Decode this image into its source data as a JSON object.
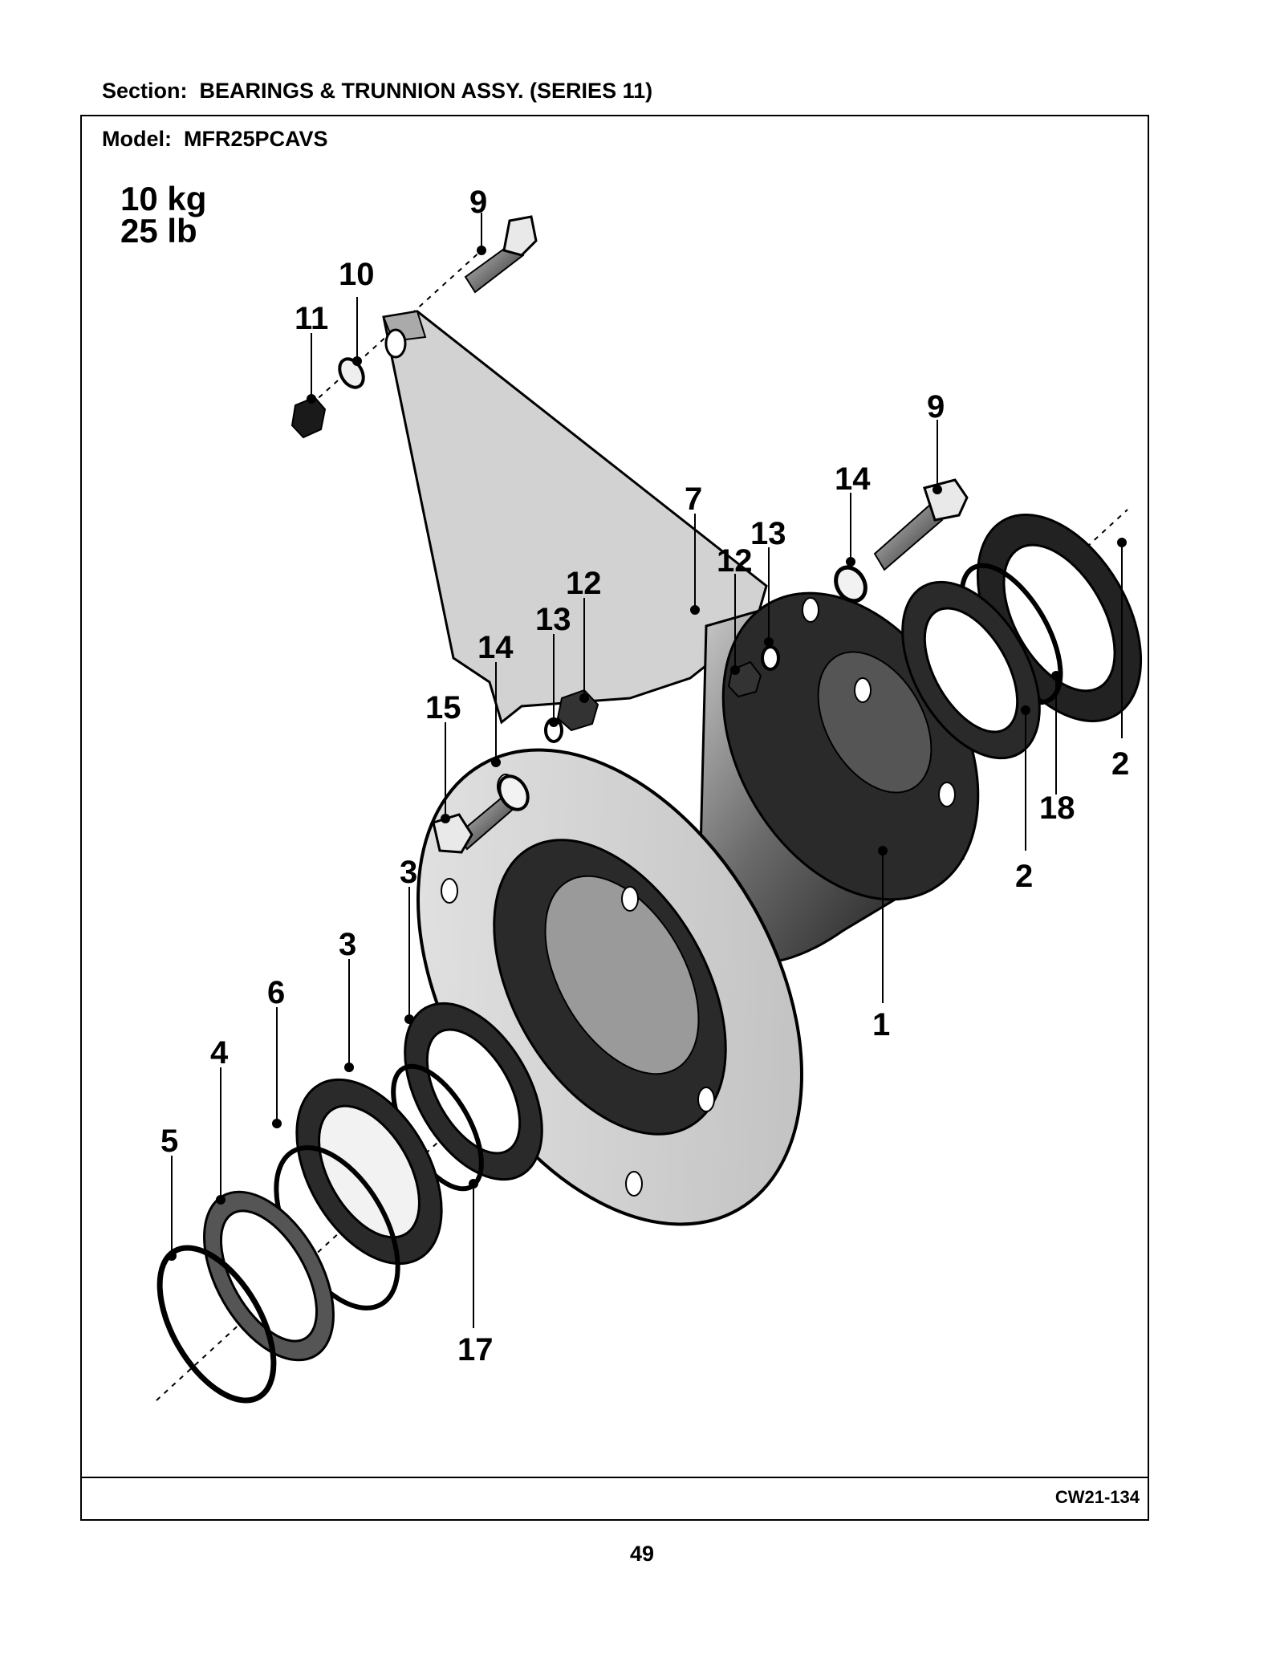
{
  "header": {
    "section": "Section:  BEARINGS & TRUNNION ASSY. (SERIES 11)",
    "model": "Model:  MFR25PCAVS"
  },
  "weight": {
    "kg": "10 kg",
    "lb": "25 lb"
  },
  "callouts": [
    "9",
    "10",
    "11",
    "9",
    "14",
    "7",
    "13",
    "12",
    "12",
    "13",
    "14",
    "15",
    "2",
    "18",
    "2",
    "3",
    "3",
    "1",
    "6",
    "4",
    "5",
    "17"
  ],
  "footer": {
    "drawing_code": "CW21-134",
    "page_number": "49"
  }
}
